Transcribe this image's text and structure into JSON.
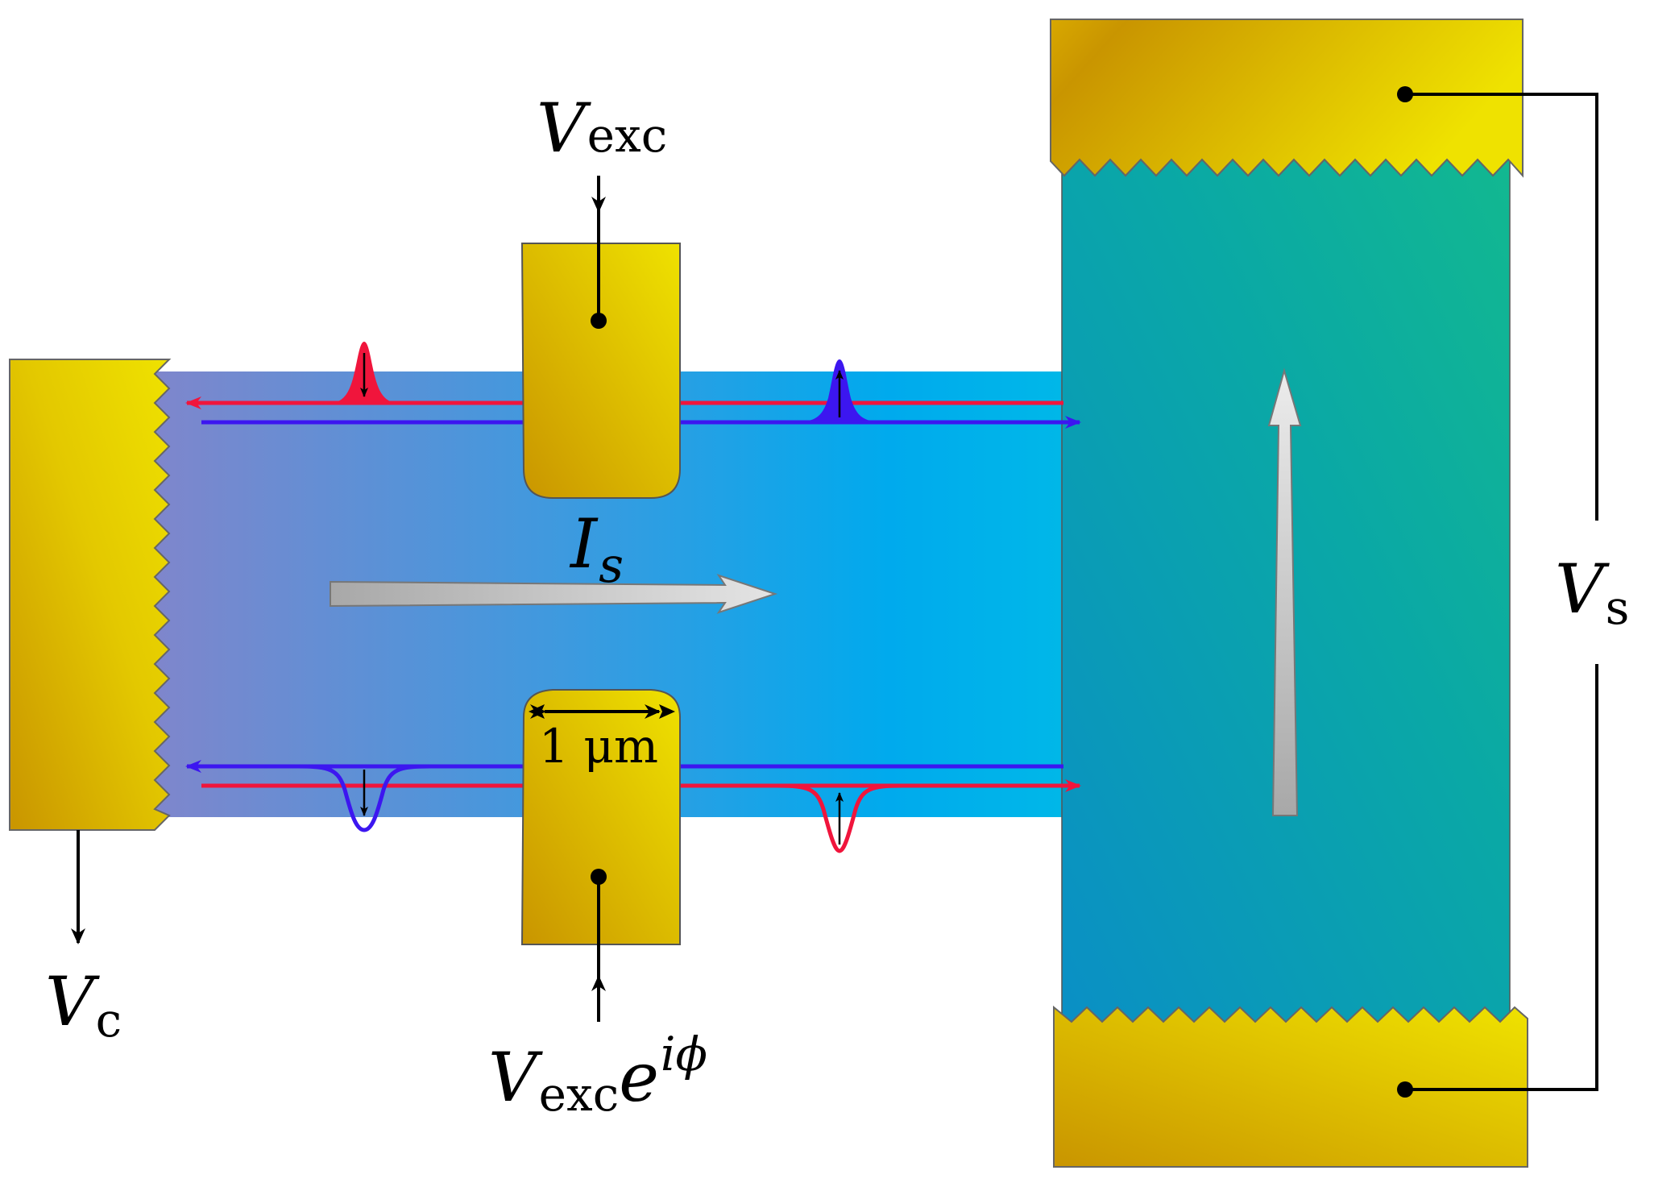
{
  "labels": {
    "v_exc_top": {
      "main": "V",
      "sub": "exc"
    },
    "v_exc_bottom": {
      "main": "V",
      "sub": "exc",
      "tail": "e",
      "sup": "iϕ"
    },
    "v_c": {
      "main": "V",
      "sub": "c"
    },
    "v_s": {
      "main": "V",
      "sub": "s"
    },
    "i_s": {
      "main": "I",
      "sub": "s"
    },
    "scale_bar": "1 μm"
  },
  "colors": {
    "gold_dark": "#c99500",
    "gold_light": "#efe200",
    "channel_left": "#7f86cc",
    "channel_right": "#00b0ee",
    "hall_bar_left": "#0a8fc6",
    "hall_bar_right": "#12b890",
    "edge_red": "#f0153c",
    "edge_blue": "#3c16f0",
    "arrow_gray": "#c8c8c8",
    "wire": "#000000"
  }
}
